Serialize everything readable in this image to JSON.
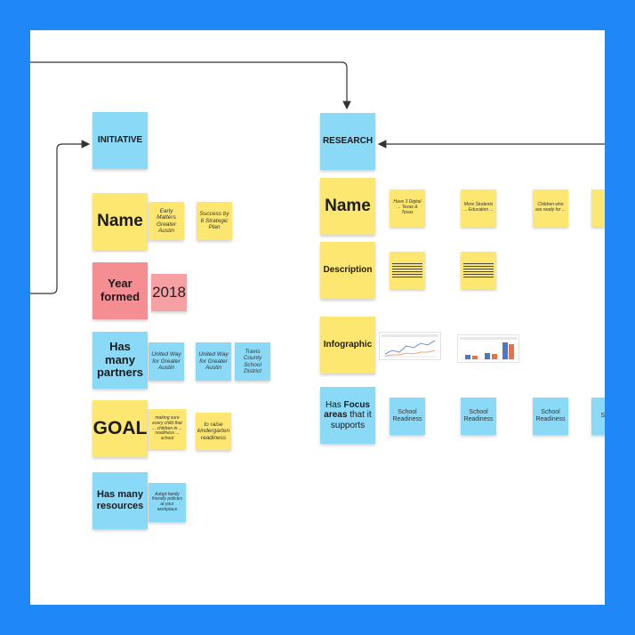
{
  "initiative": {
    "header": "INITIATIVE",
    "name_label": "Name",
    "names": [
      "Early Matters Greater Austin",
      "Success by 6 Strategic Plan"
    ],
    "year_label": "Year formed",
    "year": "2018",
    "partners_label": "Has many partners",
    "partners": [
      "United Way for Greater Austin",
      "United Way for Greater Austin",
      "Travis County School District"
    ],
    "goal_label": "GOAL",
    "goals": [
      "making sure every child that ... children in ... readiness ... school",
      "to raise kindergarten readiness"
    ],
    "resources_label": "Has many resources",
    "resources": [
      "Adopt family friendly policies at your workplace"
    ]
  },
  "research": {
    "header": "RESEARCH",
    "name_label": "Name",
    "names": [
      "Have 3 Digital ... Texas & Texas",
      "More Students ... Education ...",
      "Children who are ready for ...",
      "..."
    ],
    "description_label": "Description",
    "infographic_label": "Infographic",
    "focus_prefix": "Has ",
    "focus_bold": "Focus areas",
    "focus_suffix": " that it supports",
    "focus_areas": [
      "School Readiness",
      "School Readiness",
      "School Readiness",
      "Sc Re"
    ]
  },
  "colors": {
    "frame": "#1f87f7",
    "yellow": "#fde771",
    "blue": "#8ad9f6",
    "pink": "#f48e93"
  }
}
